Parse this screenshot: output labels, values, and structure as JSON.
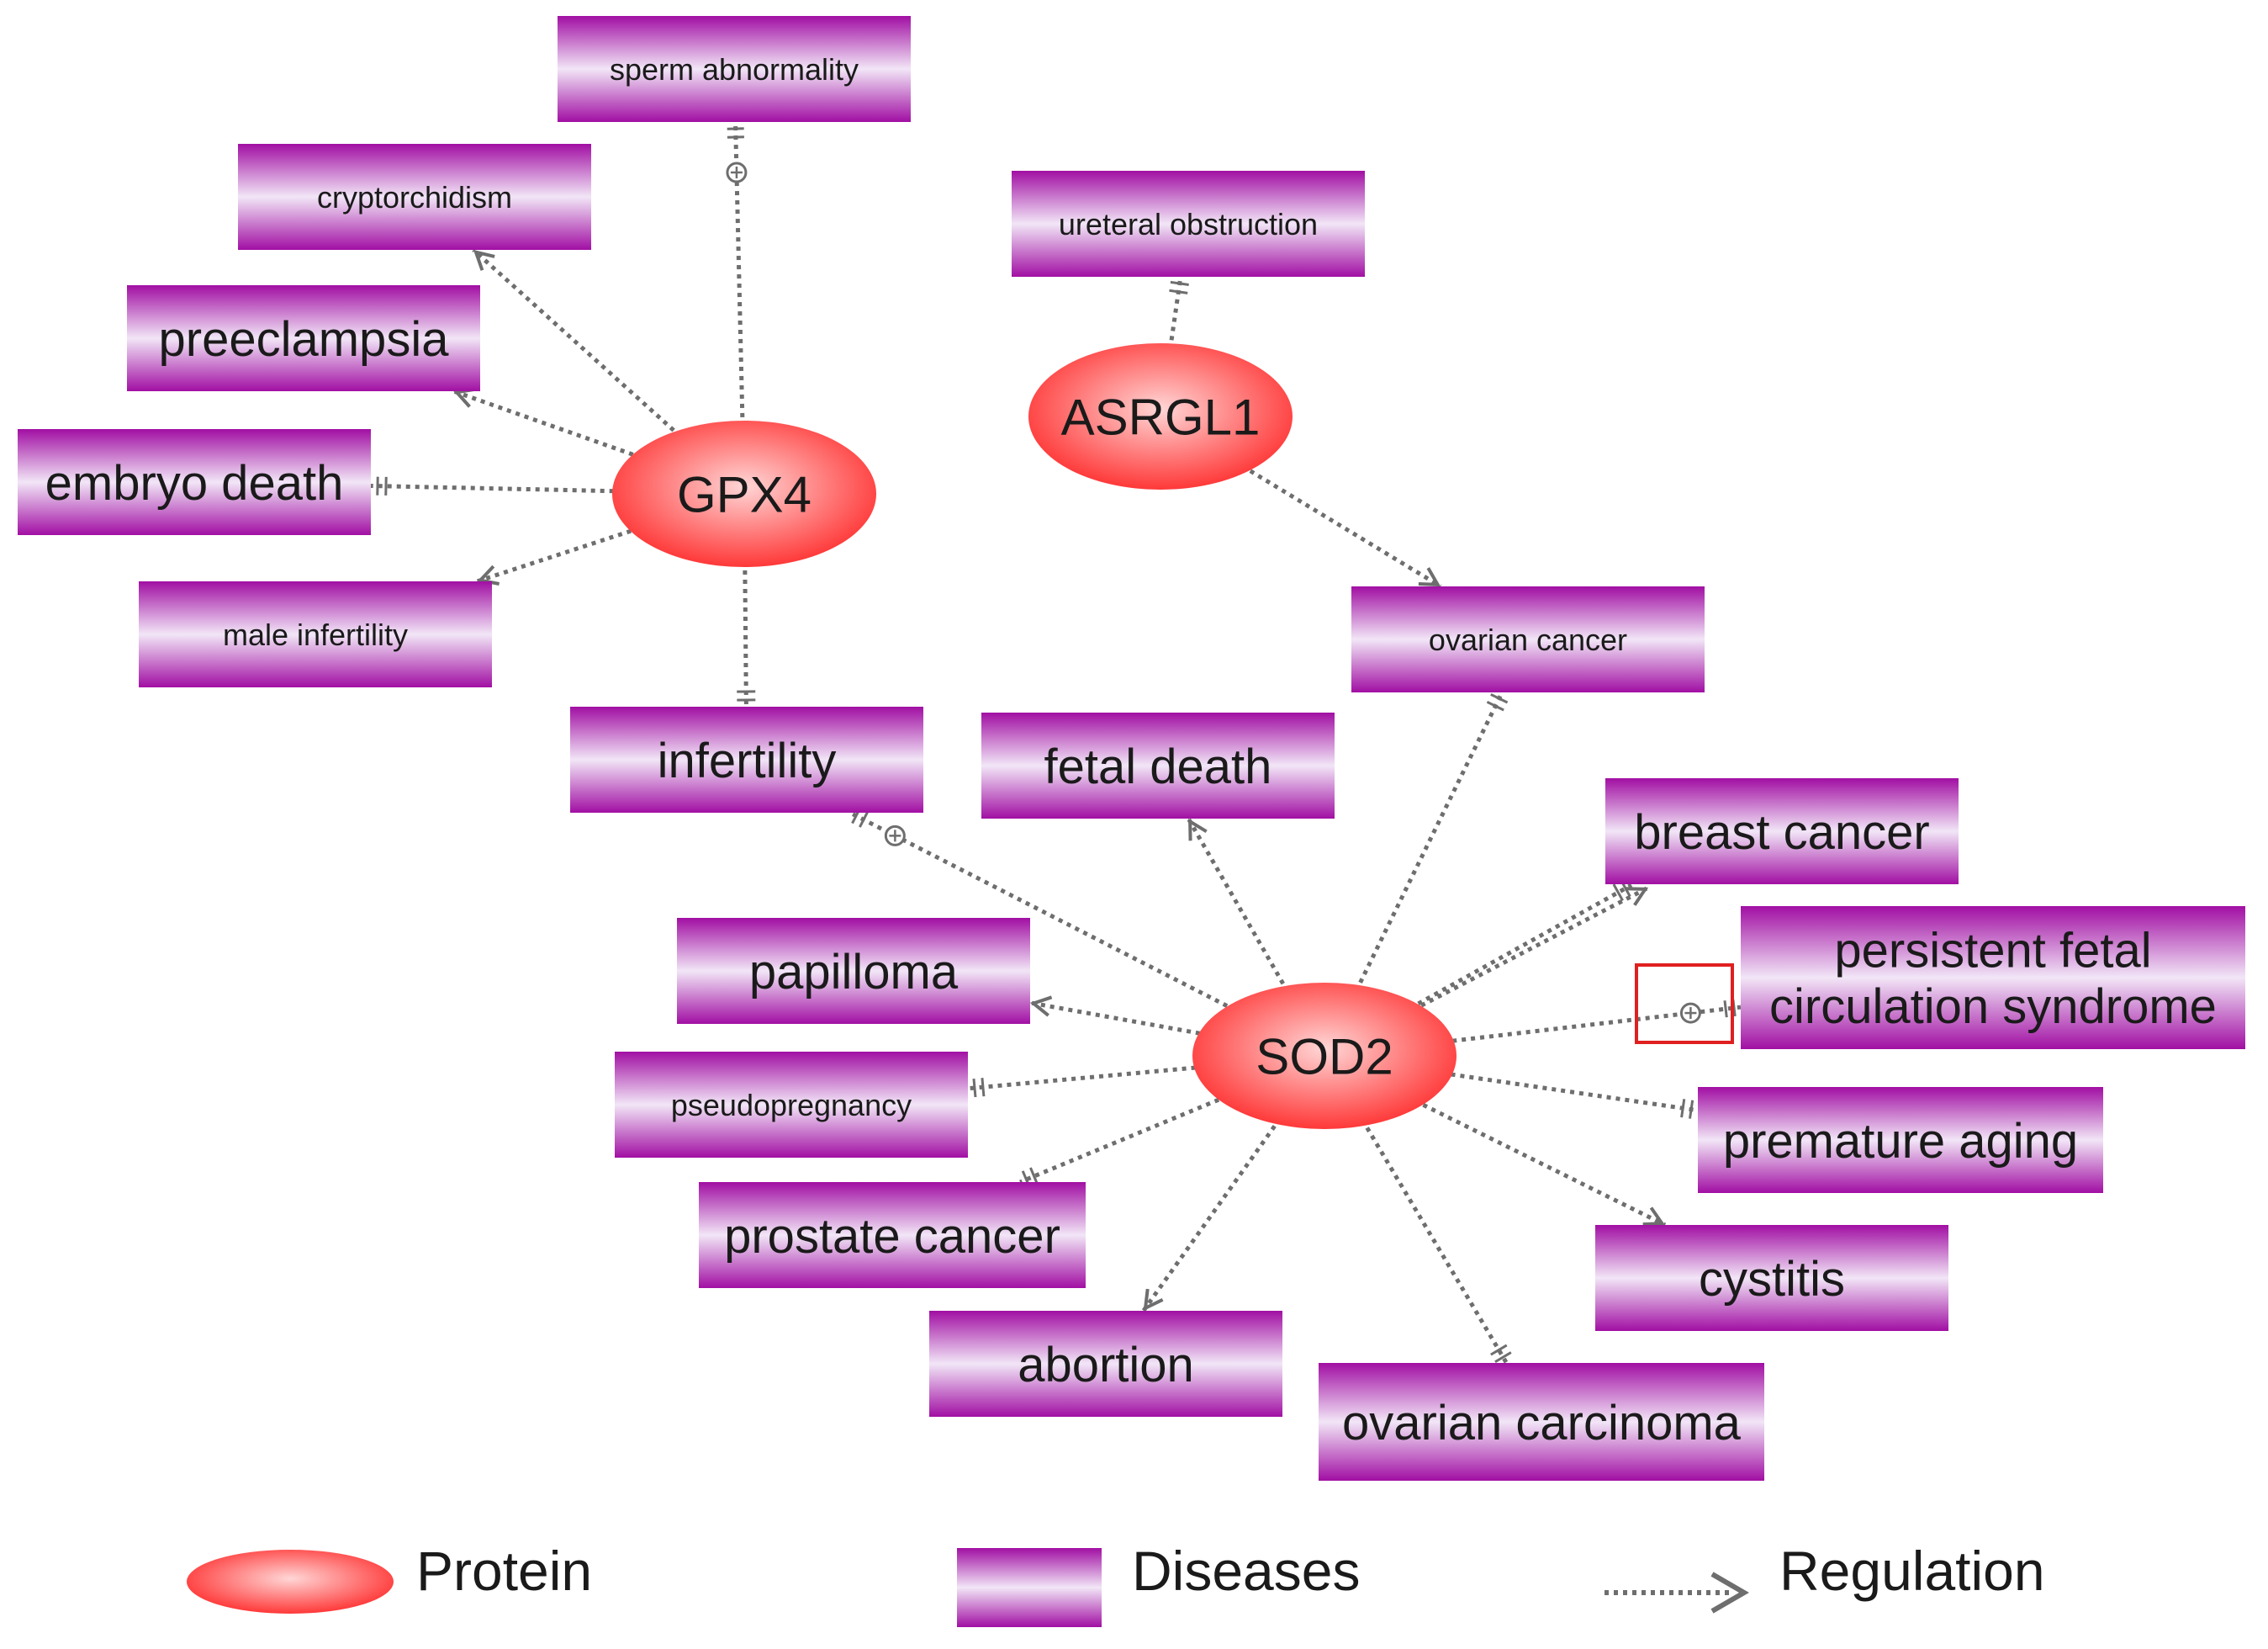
{
  "colors": {
    "protein_fill_center": "#ffd6d6",
    "protein_fill_edge": "#ff2a2a",
    "disease_fill_mid": "#f2e6f7",
    "disease_fill_edge": "#a10fa3",
    "edge_stroke": "#6e6e6e",
    "highlight_box": "#e02020"
  },
  "proteins": [
    {
      "id": "gpx4",
      "label": "GPX4"
    },
    {
      "id": "asrgl1",
      "label": "ASRGL1"
    },
    {
      "id": "sod2",
      "label": "SOD2"
    }
  ],
  "diseases": [
    {
      "id": "sperm_abnormality",
      "label": "sperm abnormality"
    },
    {
      "id": "cryptorchidism",
      "label": "cryptorchidism"
    },
    {
      "id": "preeclampsia",
      "label": "preeclampsia"
    },
    {
      "id": "embryo_death",
      "label": "embryo death"
    },
    {
      "id": "male_infertility",
      "label": "male infertility"
    },
    {
      "id": "infertility",
      "label": "infertility"
    },
    {
      "id": "ureteral_obstruction",
      "label": "ureteral obstruction"
    },
    {
      "id": "ovarian_cancer",
      "label": "ovarian cancer"
    },
    {
      "id": "fetal_death",
      "label": "fetal death"
    },
    {
      "id": "breast_cancer",
      "label": "breast cancer"
    },
    {
      "id": "persistent_fetal",
      "label": "persistent fetal circulation syndrome",
      "lines": [
        "persistent fetal",
        "circulation syndrome"
      ]
    },
    {
      "id": "papilloma",
      "label": "papilloma"
    },
    {
      "id": "pseudopregnancy",
      "label": "pseudopregnancy"
    },
    {
      "id": "premature_aging",
      "label": "premature aging"
    },
    {
      "id": "prostate_cancer",
      "label": "prostate cancer"
    },
    {
      "id": "cystitis",
      "label": "cystitis"
    },
    {
      "id": "abortion",
      "label": "abortion"
    },
    {
      "id": "ovarian_carcinoma",
      "label": "ovarian carcinoma"
    }
  ],
  "edges": [
    {
      "from": "gpx4",
      "to": "sperm_abnormality",
      "mark": "plus"
    },
    {
      "from": "gpx4",
      "to": "cryptorchidism",
      "mark": "arrow"
    },
    {
      "from": "gpx4",
      "to": "preeclampsia",
      "mark": "arrow"
    },
    {
      "from": "gpx4",
      "to": "embryo_death",
      "mark": "bar"
    },
    {
      "from": "gpx4",
      "to": "male_infertility",
      "mark": "arrow"
    },
    {
      "from": "gpx4",
      "to": "infertility",
      "mark": "bar"
    },
    {
      "from": "asrgl1",
      "to": "ureteral_obstruction",
      "mark": "bar"
    },
    {
      "from": "asrgl1",
      "to": "ovarian_cancer",
      "mark": "arrow"
    },
    {
      "from": "sod2",
      "to": "ovarian_cancer",
      "mark": "bar"
    },
    {
      "from": "sod2",
      "to": "infertility",
      "mark": "plus"
    },
    {
      "from": "sod2",
      "to": "fetal_death",
      "mark": "arrow"
    },
    {
      "from": "sod2",
      "to": "breast_cancer",
      "mark": "arrow"
    },
    {
      "from": "sod2",
      "to": "breast_cancer",
      "mark": "bar"
    },
    {
      "from": "sod2",
      "to": "persistent_fetal",
      "mark": "plus"
    },
    {
      "from": "sod2",
      "to": "papilloma",
      "mark": "arrow"
    },
    {
      "from": "sod2",
      "to": "pseudopregnancy",
      "mark": "bar"
    },
    {
      "from": "sod2",
      "to": "premature_aging",
      "mark": "bar"
    },
    {
      "from": "sod2",
      "to": "prostate_cancer",
      "mark": "bar"
    },
    {
      "from": "sod2",
      "to": "cystitis",
      "mark": "arrow"
    },
    {
      "from": "sod2",
      "to": "abortion",
      "mark": "arrow"
    },
    {
      "from": "sod2",
      "to": "ovarian_carcinoma",
      "mark": "bar"
    }
  ],
  "highlight": {
    "edge_to": "persistent_fetal"
  },
  "legend": {
    "protein_label": "Protein",
    "diseases_label": "Diseases",
    "regulation_label": "Regulation"
  }
}
